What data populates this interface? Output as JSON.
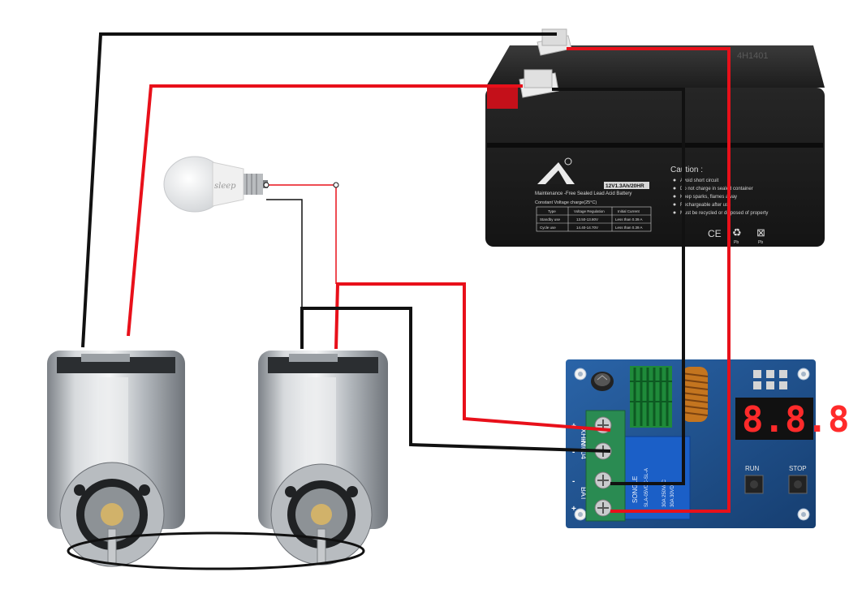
{
  "battery": {
    "top_code": "4H1401",
    "model": "12V1.3Ah/20HR",
    "subtitle": "Maintenance -Free Sealed Lead Acid Battery",
    "charge_heading": "Constant Voltage charge(25°C)",
    "table_headers": [
      "Type",
      "Voltage Regulation",
      "Initial Current"
    ],
    "table_rows": [
      [
        "Standby use",
        "13.50-13.80V",
        "Less than 0.39 A"
      ],
      [
        "Cycle use",
        "14.40-14.70V",
        "Less than 0.39 A"
      ]
    ],
    "caution_title": "Caution :",
    "caution_lines": [
      "Avoid short circuit",
      "Do not charge in sealed container",
      "Keep sparks, flames away",
      "Rechargeable after use",
      "Must be recycled or disposed of property"
    ],
    "marks": [
      "CE",
      "♻",
      "⊠"
    ],
    "mark_labels": [
      "",
      "Pb",
      "Pb"
    ]
  },
  "controller": {
    "model": "XH-M604",
    "terminal_labels": [
      "IN",
      "BAT"
    ],
    "terminal_signs": [
      "+",
      "-",
      "-",
      "+"
    ],
    "display": "8.8.8",
    "buttons": [
      "RUN",
      "STOP"
    ],
    "relay_brand": "SONGLE",
    "relay_text": [
      "SLA-05VDC-SL-A",
      "30A 250VAC",
      "30A 30VDC"
    ]
  },
  "bulb": {
    "script": "sleep"
  },
  "colors": {
    "positive_wire": "#e8101a",
    "negative_wire": "#111111",
    "pcb": "#1c4f8c"
  }
}
